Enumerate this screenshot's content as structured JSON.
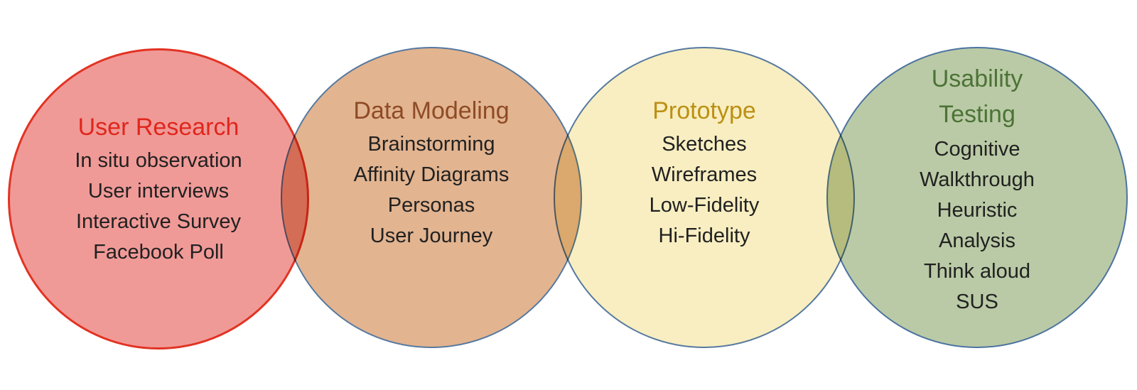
{
  "diagram": {
    "background_color": "#ffffff",
    "description": "Four overlapping circles showing UX process phases",
    "circles": [
      {
        "id": "user-research",
        "title": "User Research",
        "title_lines": [
          "User Research"
        ],
        "title_color": "#e0261d",
        "fill_color": "#f09a97",
        "border_color": "#e23323",
        "item_color": "#212121",
        "items": [
          "In situ observation",
          "User interviews",
          "Interactive Survey",
          "Facebook Poll"
        ]
      },
      {
        "id": "data-modeling",
        "title": "Data Modeling",
        "title_lines": [
          "Data Modeling"
        ],
        "title_color": "#8e4b25",
        "fill_color": "#e2b490",
        "border_color": "#56799f",
        "item_color": "#212121",
        "items": [
          "Brainstorming",
          "Affinity Diagrams",
          "Personas",
          "User Journey"
        ]
      },
      {
        "id": "prototype",
        "title": "Prototype",
        "title_lines": [
          "Prototype"
        ],
        "title_color": "#bc9014",
        "fill_color": "#f8eec1",
        "border_color": "#56799f",
        "item_color": "#212121",
        "items": [
          "Sketches",
          "Wireframes",
          "Low-Fidelity",
          "Hi-Fidelity"
        ]
      },
      {
        "id": "usability-testing",
        "title": "Usability Testing",
        "title_lines": [
          "Usability",
          "Testing"
        ],
        "title_color": "#4c7336",
        "fill_color": "#bacaa6",
        "border_color": "#4c73a0",
        "item_color": "#212121",
        "items": [
          "Cognitive",
          "Walkthrough",
          "Heuristic",
          "Analysis",
          "Think aloud",
          "SUS"
        ]
      }
    ]
  }
}
